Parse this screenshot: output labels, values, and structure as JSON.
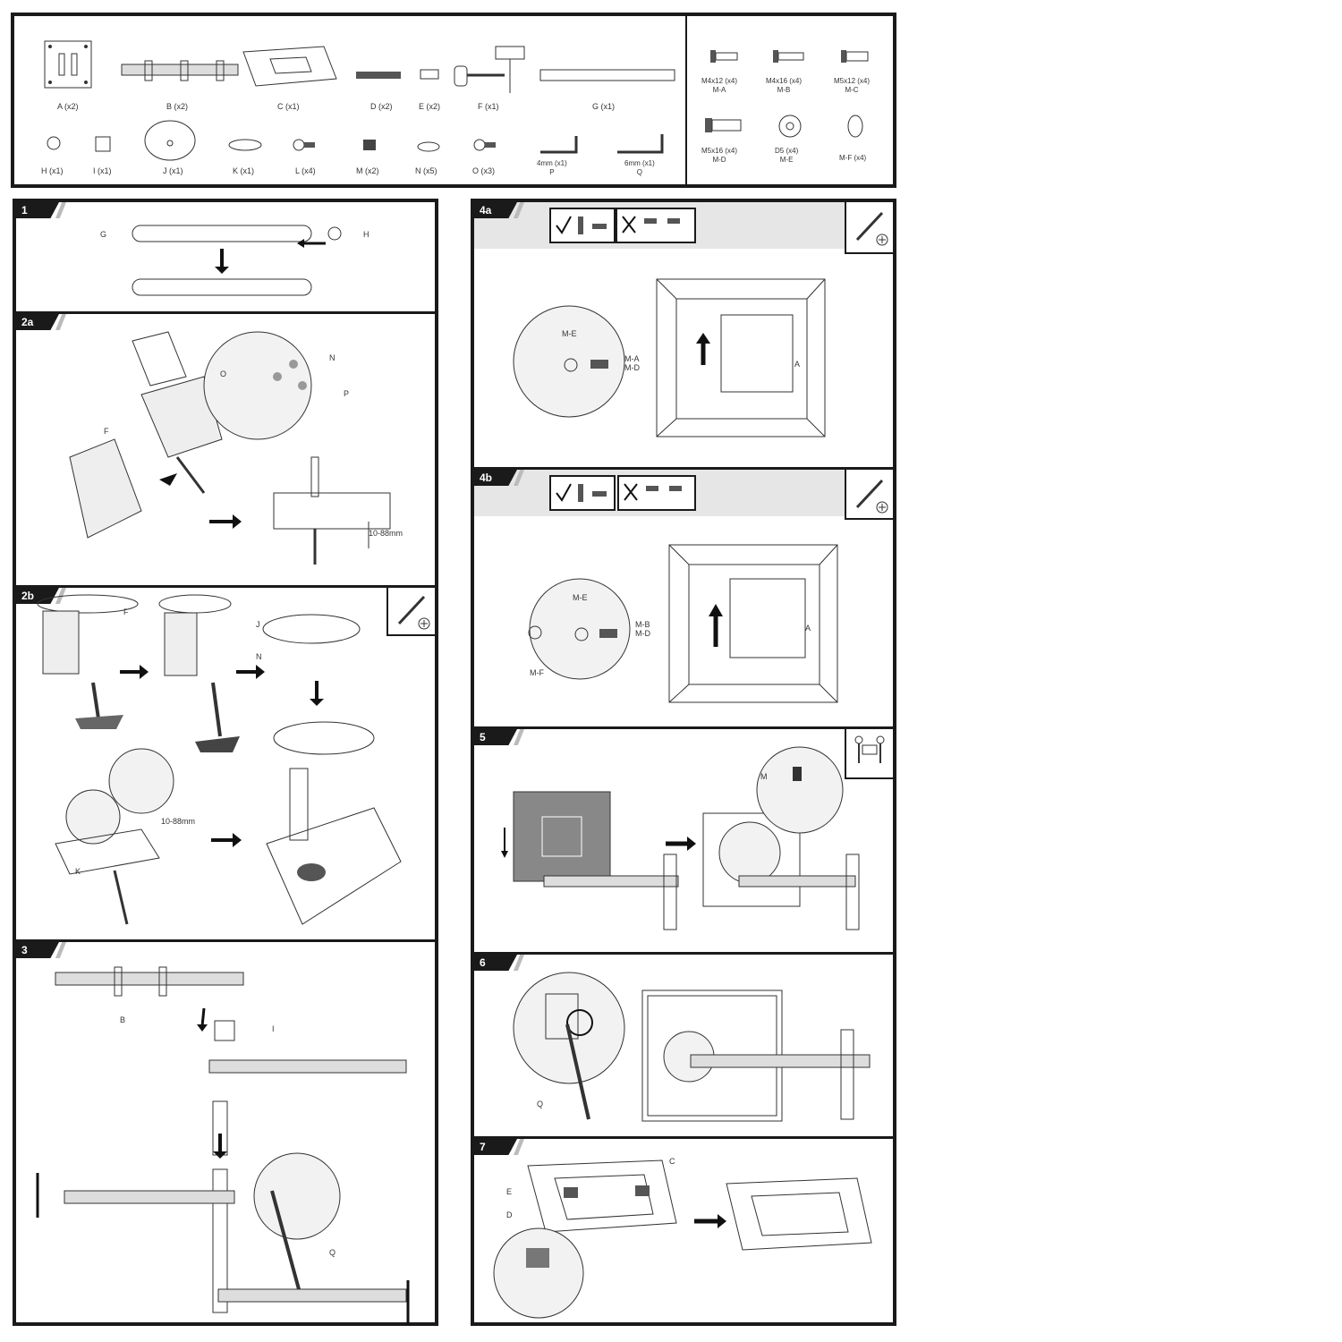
{
  "parts": [
    {
      "id": "A",
      "label": "A (x2)"
    },
    {
      "id": "B",
      "label": "B (x2)"
    },
    {
      "id": "C",
      "label": "C (x1)"
    },
    {
      "id": "D",
      "label": "D (x2)"
    },
    {
      "id": "E",
      "label": "E (x2)"
    },
    {
      "id": "F",
      "label": "F (x1)"
    },
    {
      "id": "G",
      "label": "G (x1)"
    },
    {
      "id": "H",
      "label": "H (x1)"
    },
    {
      "id": "I",
      "label": "I (x1)"
    },
    {
      "id": "J",
      "label": "J (x1)"
    },
    {
      "id": "K",
      "label": "K (x1)"
    },
    {
      "id": "L",
      "label": "L (x4)"
    },
    {
      "id": "M",
      "label": "M (x2)"
    },
    {
      "id": "N",
      "label": "N (x5)"
    },
    {
      "id": "O",
      "label": "O (x3)"
    },
    {
      "id": "P",
      "label": "4mm (x1)",
      "sub": "P"
    },
    {
      "id": "Q",
      "label": "6mm (x1)",
      "sub": "Q"
    }
  ],
  "screws": [
    {
      "label": "M4x12 (x4)",
      "sub": "M-A"
    },
    {
      "label": "M4x16 (x4)",
      "sub": "M-B"
    },
    {
      "label": "M5x12 (x4)",
      "sub": "M-C"
    },
    {
      "label": "M5x16 (x4)",
      "sub": "M-D"
    },
    {
      "label": "D5 (x4)",
      "sub": "M-E"
    },
    {
      "label": "M-F (x4)",
      "sub": ""
    }
  ],
  "steps": {
    "s1": "1",
    "s2a": "2a",
    "s2b": "2b",
    "s3": "3",
    "s4a": "4a",
    "s4b": "4b",
    "s5": "5",
    "s6": "6",
    "s7": "7"
  },
  "callouts": {
    "g": "G",
    "h": "H",
    "n": "N",
    "o": "O",
    "p": "P",
    "f": "F",
    "f2": "F",
    "j": "J",
    "n2": "N",
    "k": "K",
    "clamp_range": "10-88mm",
    "clamp_range2": "10-88mm",
    "b": "B",
    "i": "I",
    "q": "Q",
    "q2": "Q",
    "me": "M-E",
    "ma_md": "M-A\nM-D",
    "a": "A",
    "me2": "M-E",
    "mb_md": "M-B\nM-D",
    "mf": "M-F",
    "a2": "A",
    "m": "M",
    "c": "C",
    "e": "E",
    "d": "D"
  },
  "colors": {
    "ink": "#1a1a1a",
    "panel_gray": "#e6e6e6",
    "monitor_gray": "#888888"
  }
}
